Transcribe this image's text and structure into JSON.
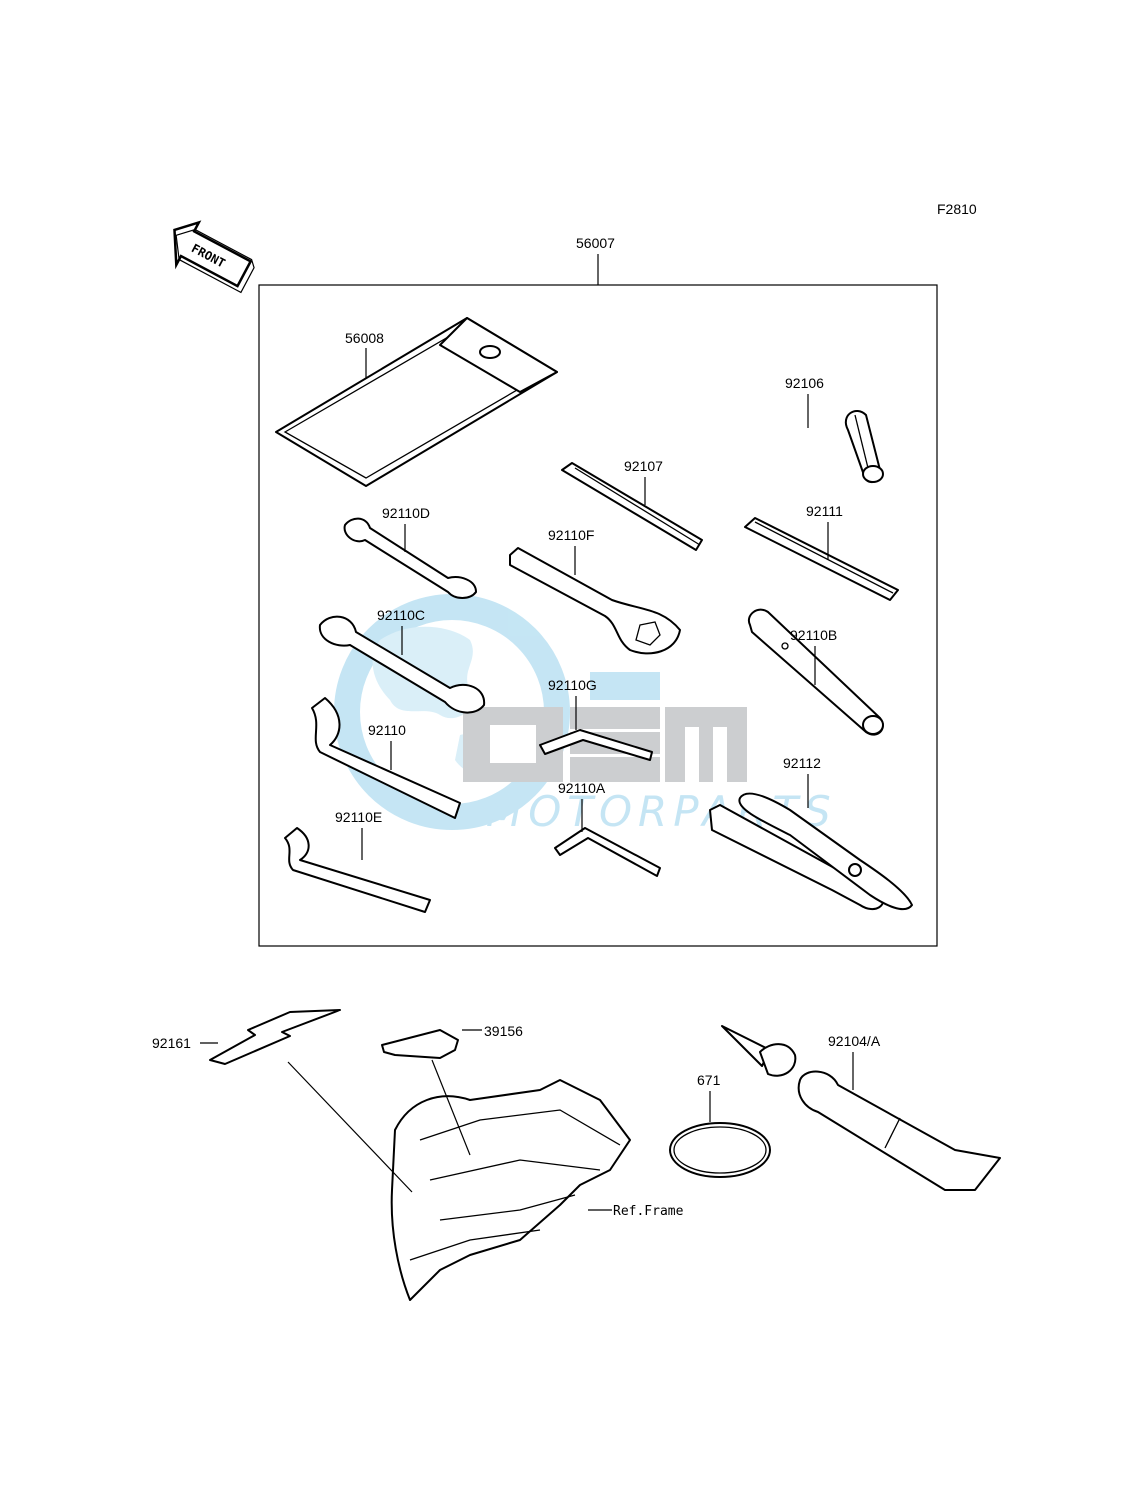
{
  "diagram": {
    "figure_code": "F2810",
    "front_arrow_label": "FRONT",
    "kit_label": "56007",
    "watermark": {
      "brand": "OEM",
      "subtitle": "MOTORPARTS",
      "color_blue": "#3aa8dc",
      "color_gray": "#9ea2a6"
    },
    "parts": [
      {
        "id": "56008",
        "label": "56008"
      },
      {
        "id": "92106",
        "label": "92106"
      },
      {
        "id": "92107",
        "label": "92107"
      },
      {
        "id": "92110D",
        "label": "92110D"
      },
      {
        "id": "92110F",
        "label": "92110F"
      },
      {
        "id": "92111",
        "label": "92111"
      },
      {
        "id": "92110C",
        "label": "92110C"
      },
      {
        "id": "92110B",
        "label": "92110B"
      },
      {
        "id": "92110G",
        "label": "92110G"
      },
      {
        "id": "92110",
        "label": "92110"
      },
      {
        "id": "92110A",
        "label": "92110A"
      },
      {
        "id": "92112",
        "label": "92112"
      },
      {
        "id": "92110E",
        "label": "92110E"
      },
      {
        "id": "92161",
        "label": "92161"
      },
      {
        "id": "39156",
        "label": "39156"
      },
      {
        "id": "671",
        "label": "671"
      },
      {
        "id": "92104A",
        "label": "92104/A"
      }
    ],
    "reference_label": "Ref.Frame"
  }
}
